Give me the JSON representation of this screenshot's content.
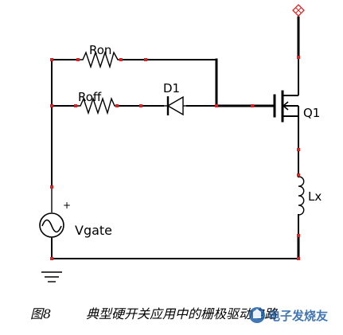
{
  "diagram": {
    "labels": {
      "ron": "Ron",
      "roff": "Roff",
      "diode": "D1",
      "transistor": "Q1",
      "inductor": "Lx",
      "source": "Vgate",
      "plus": "+"
    },
    "caption": {
      "number": "图8",
      "text": "典型硬开关应用中的栅极驱动电路"
    },
    "watermark": {
      "text": "电子发烧友"
    }
  }
}
